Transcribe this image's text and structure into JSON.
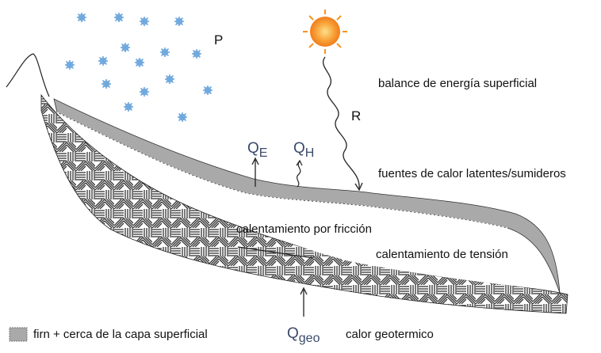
{
  "labels": {
    "precipitation": "P",
    "surface_energy_balance": "balance de energía superficial",
    "radiation": "R",
    "latent_sources": "fuentes de calor latentes/sumideros",
    "friction_heating": "calentamiento por fricción",
    "strain_heating": "calentamiento de tensión",
    "qe_main": "Q",
    "qe_sub": "E",
    "qh_main": "Q",
    "qh_sub": "H",
    "qgeo_main": "Q",
    "qgeo_sub": "geo"
  },
  "legend": {
    "firn_label": "firn + cerca de la capa superficial",
    "geothermal_label": "calor geotermico"
  },
  "colors": {
    "firn_fill": "#a9a9a9",
    "snow": "#6fa8dc",
    "sun": "#f7931e",
    "q_label": "#3b4a6b"
  }
}
